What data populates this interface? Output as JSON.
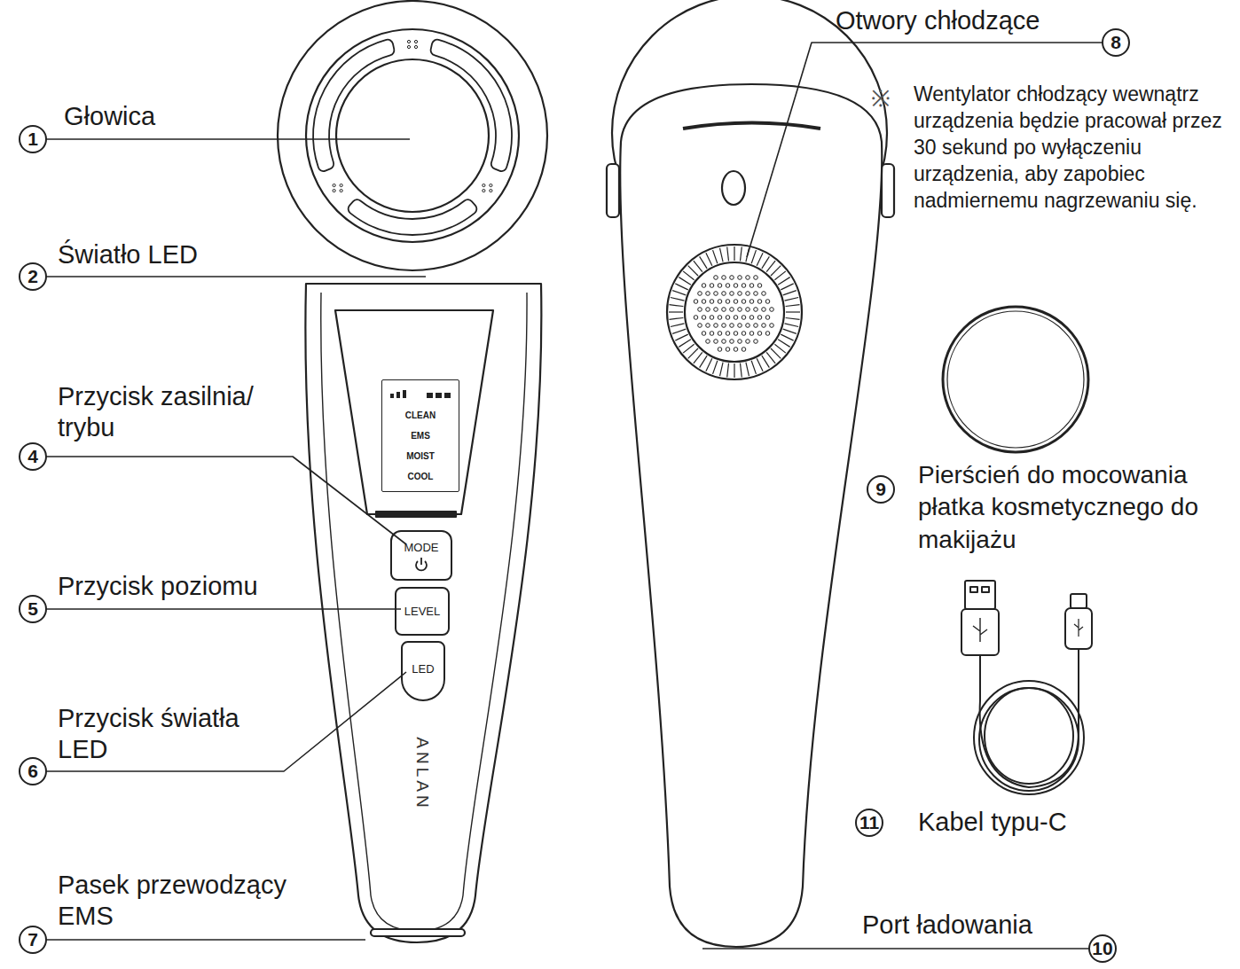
{
  "diagram": {
    "nodes": [
      {
        "text": [
          "CLEAN",
          "EMS",
          "MOIST",
          "COOL"
        ]
      },
      {
        "text": [
          "MODE"
        ]
      },
      {
        "text": [
          "LEVEL"
        ]
      },
      {
        "text": [
          "LED"
        ]
      }
    ],
    "labels": [
      "Otwory chłodzące",
      "8",
      "※",
      "Wentylator chłodzący wewnątrz urządzenia będzie pracował przez 30 sekund po wyłączeniu urządzenia, aby zapobiec nadmiernemu nagrzewaniu się.",
      "1",
      "Głowica",
      "2",
      "Światło LED",
      "Przycisk zasilnia/ trybu",
      "4",
      "9",
      "Pierścień do mocowania płatka kosmetycznego do makijażu",
      "5",
      "Przycisk poziomu",
      "Przycisk światła LED",
      "6",
      "11",
      "Kabel typu-C",
      "ANLAN",
      "Pasek przewodzący EMS",
      "7",
      "Port ładowania",
      "10"
    ]
  }
}
